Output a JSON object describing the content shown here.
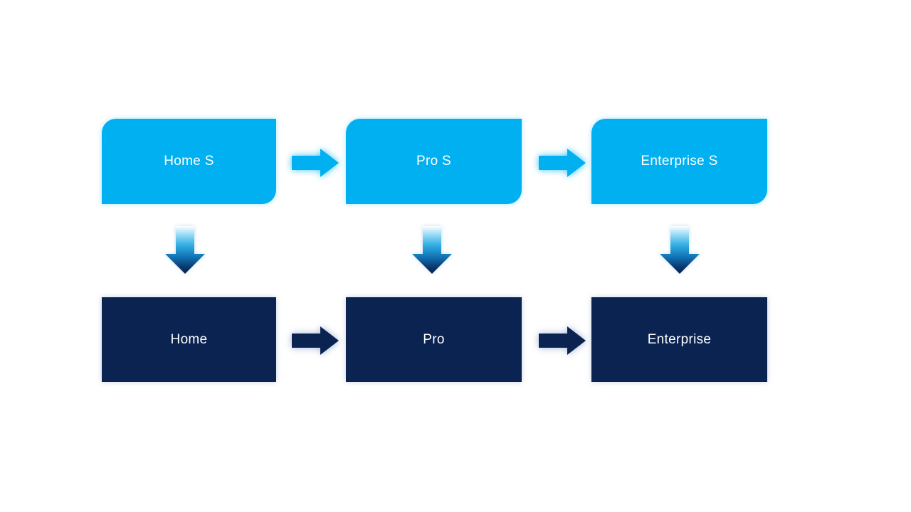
{
  "diagram": {
    "background": "#ffffff",
    "colors": {
      "top_box_fill": "#00B0F0",
      "bottom_box_fill": "#0A2351",
      "text": "#ffffff"
    },
    "top_row": [
      {
        "label": "Home S"
      },
      {
        "label": "Pro S"
      },
      {
        "label": "Enterprise S"
      }
    ],
    "bottom_row": [
      {
        "label": "Home"
      },
      {
        "label": "Pro"
      },
      {
        "label": "Enterprise"
      }
    ]
  }
}
